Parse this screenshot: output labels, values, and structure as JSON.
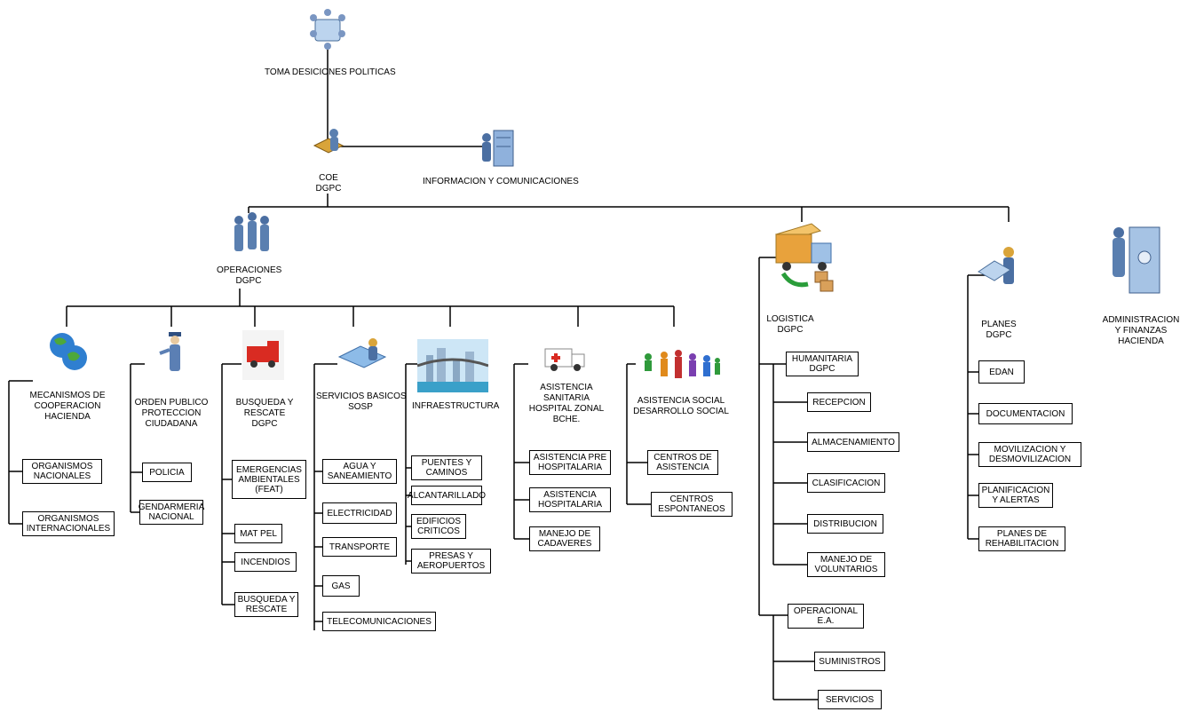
{
  "top": {
    "toma": "TOMA DESICIONES POLITICAS",
    "coe": [
      "COE",
      "DGPC"
    ],
    "info": "INFORMACION Y COMUNICACIONES"
  },
  "operaciones": {
    "title": [
      "OPERACIONES",
      "DGPC"
    ],
    "mecanismos": {
      "title": [
        "MECANISMOS DE",
        "COOPERACION",
        "HACIENDA"
      ],
      "items": [
        [
          "ORGANISMOS",
          "NACIONALES"
        ],
        [
          "ORGANISMOS",
          "INTERNACIONALES"
        ]
      ]
    },
    "orden": {
      "title": [
        "ORDEN PUBLICO",
        "PROTECCION",
        "CIUDADANA"
      ],
      "items": [
        [
          "POLICIA"
        ],
        [
          "GENDARMERIA",
          "NACIONAL"
        ]
      ]
    },
    "busqueda": {
      "title": [
        "BUSQUEDA Y",
        "RESCATE",
        "DGPC"
      ],
      "items": [
        [
          "EMERGENCIAS",
          "AMBIENTALES",
          "(FEAT)"
        ],
        [
          "MAT PEL"
        ],
        [
          "INCENDIOS"
        ],
        [
          "BUSQUEDA Y",
          "RESCATE"
        ]
      ]
    },
    "servicios": {
      "title": [
        "SERVICIOS BASICOS",
        "SOSP"
      ],
      "items": [
        [
          "AGUA Y",
          "SANEAMIENTO"
        ],
        [
          "ELECTRICIDAD"
        ],
        [
          "TRANSPORTE"
        ],
        [
          "GAS"
        ],
        [
          "TELECOMUNICACIONES"
        ]
      ]
    },
    "infra": {
      "title": [
        "INFRAESTRUCTURA"
      ],
      "items": [
        [
          "PUENTES Y",
          "CAMINOS"
        ],
        [
          "ALCANTARILLADO"
        ],
        [
          "EDIFICIOS",
          "CRITICOS"
        ],
        [
          "PRESAS Y",
          "AEROPUERTOS"
        ]
      ]
    },
    "asistencia": {
      "title": [
        "ASISTENCIA",
        "SANITARIA",
        "HOSPITAL ZONAL",
        "BCHE."
      ],
      "items": [
        [
          "ASISTENCIA PRE",
          "HOSPITALARIA"
        ],
        [
          "ASISTENCIA",
          "HOSPITALARIA"
        ],
        [
          "MANEJO DE",
          "CADAVERES"
        ]
      ]
    },
    "social": {
      "title": [
        "ASISTENCIA SOCIAL",
        "DESARROLLO SOCIAL"
      ],
      "items": [
        [
          "CENTROS DE",
          "ASISTENCIA"
        ],
        [
          "CENTROS",
          "ESPONTANEOS"
        ]
      ]
    }
  },
  "logistica": {
    "title": [
      "LOGISTICA",
      "DGPC"
    ],
    "humanitaria": {
      "title": [
        "HUMANITARIA",
        "DGPC"
      ],
      "items": [
        [
          "RECEPCION"
        ],
        [
          "ALMACENAMIENTO"
        ],
        [
          "CLASIFICACION"
        ],
        [
          "DISTRIBUCION"
        ],
        [
          "MANEJO DE",
          "VOLUNTARIOS"
        ]
      ]
    },
    "operacional": {
      "title": [
        "OPERACIONAL",
        "E.A."
      ],
      "items": [
        [
          "SUMINISTROS"
        ],
        [
          "SERVICIOS"
        ]
      ]
    }
  },
  "planes": {
    "title": [
      "PLANES",
      "DGPC"
    ],
    "items": [
      [
        "EDAN"
      ],
      [
        "DOCUMENTACION"
      ],
      [
        "MOVILIZACION Y",
        "DESMOVILIZACION"
      ],
      [
        "PLANIFICACION",
        "Y ALERTAS"
      ],
      [
        "PLANES DE",
        "REHABILITACION"
      ]
    ]
  },
  "admin": {
    "title": [
      "ADMINISTRACION",
      "Y FINANZAS",
      "HACIENDA"
    ]
  },
  "icons": [
    "meeting-icon",
    "desk-worker-icon",
    "server-operator-icon",
    "team-icon",
    "globe-icon",
    "police-officer-icon",
    "fire-truck-icon",
    "engineer-map-icon",
    "city-bridge-icon",
    "ambulance-icon",
    "family-icon",
    "delivery-truck-icon",
    "planner-icon",
    "safe-operator-icon"
  ]
}
